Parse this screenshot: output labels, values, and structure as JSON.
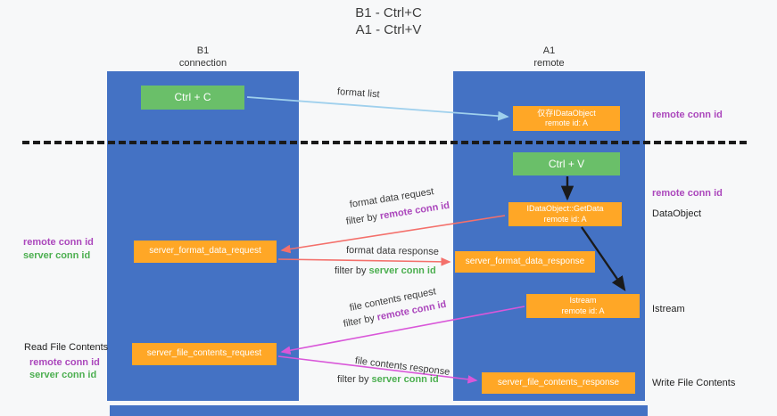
{
  "title": {
    "line1": "B1 - Ctrl+C",
    "line2": "A1 - Ctrl+V"
  },
  "lifelines": {
    "left": {
      "title": "B1",
      "subtitle": "connection"
    },
    "right": {
      "title": "A1",
      "subtitle": "remote"
    }
  },
  "boxes": {
    "ctrl_c": "Ctrl + C",
    "ctrl_v": "Ctrl + V",
    "proxy_dataobject": {
      "line1": "仅存IDataObject",
      "line2": "remote id: A"
    },
    "getdata": {
      "line1": "IDataObject::GetData",
      "line2": "remote id: A"
    },
    "istream": {
      "line1": "Istream",
      "line2": "remote id: A"
    },
    "server_format_data_request": "server_format_data_request",
    "server_format_data_response": "server_format_data_response",
    "server_file_contents_request": "server_file_contents_request",
    "server_file_contents_response": "server_file_contents_response"
  },
  "arrow_labels": {
    "format_list": "format list",
    "format_data_request": "format data request",
    "format_data_response": "format data response",
    "file_contents_request": "file contents request",
    "file_contents_response": "file contents response",
    "filter_by": "filter by ",
    "remote_conn_id": "remote conn id",
    "server_conn_id": "server conn id"
  },
  "annotations": {
    "remote_conn_id_top": "remote conn id",
    "remote_conn_id_mid": "remote conn id",
    "dataobject": "DataObject",
    "istream": "Istream",
    "write_file_contents": "Write File Contents",
    "read_file_contents": "Read File Contents",
    "remote_conn_id_left1": "remote conn id",
    "server_conn_id_left1": "server conn id",
    "remote_conn_id_left2": "remote conn id",
    "server_conn_id_left2": "server conn id"
  },
  "colors": {
    "lifeline_blue": "#4472c4",
    "green_box": "#6abf69",
    "orange_box": "#ffa726",
    "purple_text": "#ab47bc",
    "green_text": "#4caf50",
    "arrow_blue": "#9fd0ed",
    "arrow_red": "#f4706b",
    "arrow_magenta": "#d957d9",
    "arrow_black": "#1a1a1a"
  }
}
